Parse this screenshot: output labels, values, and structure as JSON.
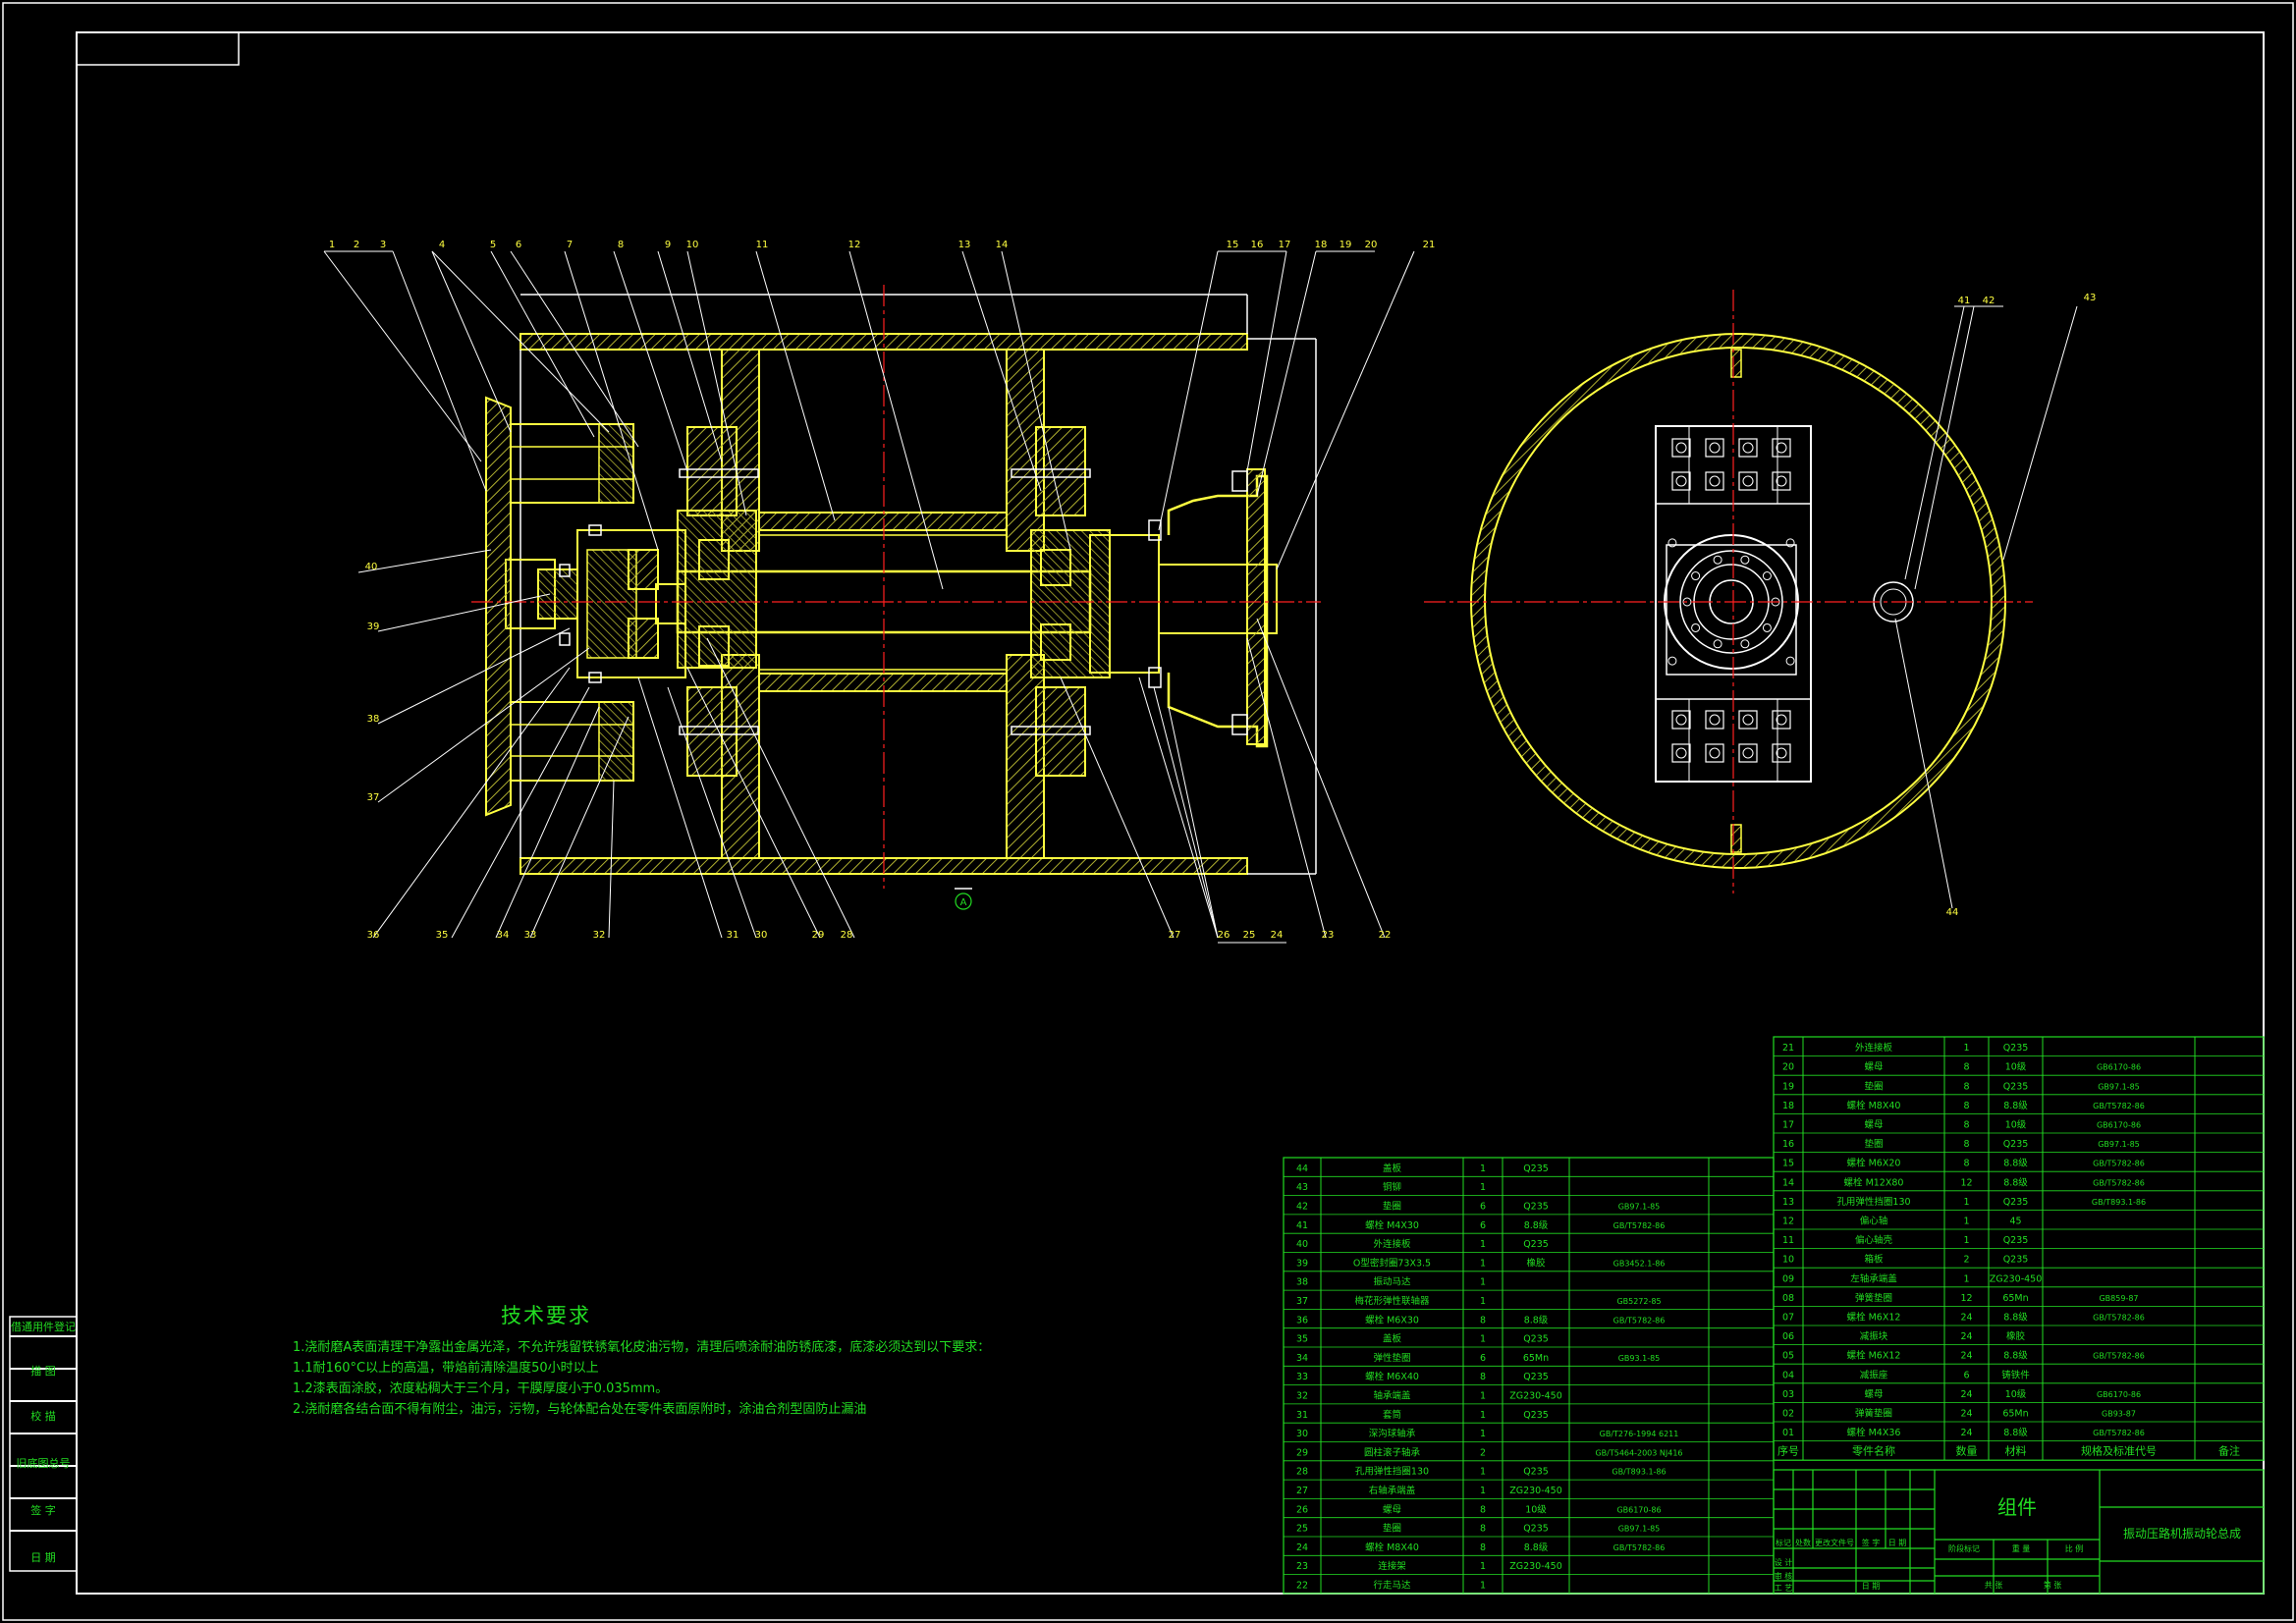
{
  "frame": {
    "side_labels": [
      "借通用件登记",
      "描 图",
      "校 描",
      "旧底图总号",
      "签 字",
      "日 期"
    ]
  },
  "tech_requirements": {
    "title": "技术要求",
    "lines": [
      "1.浇耐磨A表面清理干净露出金属光泽，不允许残留铁锈氧化皮油污物，清理后喷涂耐油防锈底漆，底漆必须达到以下要求：",
      "1.1耐160°C以上的高温，带焰前清除温度50小时以上",
      "1.2漆表面涂胶，浓度粘稠大于三个月，干膜厚度小于0.035mm。",
      "2.浇耐磨各结合面不得有附尘，油污，污物，与轮体配合处在零件表面原附时，涂油合剂型固防止漏油"
    ]
  },
  "callouts_top": [
    "1",
    "2",
    "3",
    "4",
    "5",
    "6",
    "7",
    "8",
    "9",
    "10",
    "11",
    "12",
    "13",
    "14",
    "15",
    "16",
    "17",
    "18",
    "19",
    "20",
    "21"
  ],
  "callouts_left": [
    "40",
    "39",
    "38",
    "37"
  ],
  "callouts_bottom": [
    "36",
    "35",
    "34",
    "33",
    "32",
    "31",
    "30",
    "29",
    "28",
    "27",
    "26",
    "25",
    "24",
    "23",
    "22"
  ],
  "callouts_right_view": [
    "41",
    "42",
    "43",
    "44"
  ],
  "section_marker": "A",
  "bom_right": {
    "rows": [
      [
        "21",
        "外连接板",
        "1",
        "Q235",
        "",
        ""
      ],
      [
        "20",
        "螺母",
        "8",
        "10级",
        "GB6170-86",
        ""
      ],
      [
        "19",
        "垫圈",
        "8",
        "Q235",
        "GB97.1-85",
        ""
      ],
      [
        "18",
        "螺栓 M8X40",
        "8",
        "8.8级",
        "GB/T5782-86",
        ""
      ],
      [
        "17",
        "螺母",
        "8",
        "10级",
        "GB6170-86",
        ""
      ],
      [
        "16",
        "垫圈",
        "8",
        "Q235",
        "GB97.1-85",
        ""
      ],
      [
        "15",
        "螺栓 M6X20",
        "8",
        "8.8级",
        "GB/T5782-86",
        ""
      ],
      [
        "14",
        "螺栓 M12X80",
        "12",
        "8.8级",
        "GB/T5782-86",
        ""
      ],
      [
        "13",
        "孔用弹性挡圈130",
        "1",
        "Q235",
        "GB/T893.1-86",
        ""
      ],
      [
        "12",
        "偏心轴",
        "1",
        "45",
        "",
        ""
      ],
      [
        "11",
        "偏心轴壳",
        "1",
        "Q235",
        "",
        ""
      ],
      [
        "10",
        "箱板",
        "2",
        "Q235",
        "",
        ""
      ],
      [
        "09",
        "左轴承端盖",
        "1",
        "ZG230-450",
        "",
        ""
      ],
      [
        "08",
        "弹簧垫圈",
        "12",
        "65Mn",
        "GB859-87",
        ""
      ],
      [
        "07",
        "螺栓 M6X12",
        "24",
        "8.8级",
        "GB/T5782-86",
        ""
      ],
      [
        "06",
        "减振块",
        "24",
        "橡胶",
        "",
        ""
      ],
      [
        "05",
        "螺栓 M6X12",
        "24",
        "8.8级",
        "GB/T5782-86",
        ""
      ],
      [
        "04",
        "减振座",
        "6",
        "铸铁件",
        "",
        ""
      ],
      [
        "03",
        "螺母",
        "24",
        "10级",
        "GB6170-86",
        ""
      ],
      [
        "02",
        "弹簧垫圈",
        "24",
        "65Mn",
        "GB93-87",
        ""
      ],
      [
        "01",
        "螺栓 M4X36",
        "24",
        "8.8级",
        "GB/T5782-86",
        ""
      ]
    ],
    "header": [
      "序号",
      "零件名称",
      "数量",
      "材料",
      "规格及标准代号",
      "备注"
    ]
  },
  "bom_left": {
    "rows": [
      [
        "44",
        "盖板",
        "1",
        "Q235",
        "",
        ""
      ],
      [
        "43",
        "铜铆",
        "1",
        "",
        "",
        ""
      ],
      [
        "42",
        "垫圈",
        "6",
        "Q235",
        "GB97.1-85",
        ""
      ],
      [
        "41",
        "螺栓 M4X30",
        "6",
        "8.8级",
        "GB/T5782-86",
        ""
      ],
      [
        "40",
        "外连接板",
        "1",
        "Q235",
        "",
        ""
      ],
      [
        "39",
        "O型密封圈73X3.5",
        "1",
        "橡胶",
        "GB3452.1-86",
        ""
      ],
      [
        "38",
        "振动马达",
        "1",
        "",
        "",
        ""
      ],
      [
        "37",
        "梅花形弹性联轴器",
        "1",
        "",
        "GB5272-85",
        ""
      ],
      [
        "36",
        "螺栓 M6X30",
        "8",
        "8.8级",
        "GB/T5782-86",
        ""
      ],
      [
        "35",
        "盖板",
        "1",
        "Q235",
        "",
        ""
      ],
      [
        "34",
        "弹性垫圈",
        "6",
        "65Mn",
        "GB93.1-85",
        ""
      ],
      [
        "33",
        "螺栓 M6X40",
        "8",
        "Q235",
        "",
        ""
      ],
      [
        "32",
        "轴承端盖",
        "1",
        "ZG230-450",
        "",
        ""
      ],
      [
        "31",
        "套筒",
        "1",
        "Q235",
        "",
        ""
      ],
      [
        "30",
        "深沟球轴承",
        "1",
        "",
        "GB/T276-1994 6211",
        ""
      ],
      [
        "29",
        "圆柱滚子轴承",
        "2",
        "",
        "GB/T5464-2003 NJ416",
        ""
      ],
      [
        "28",
        "孔用弹性挡圈130",
        "1",
        "Q235",
        "GB/T893.1-86",
        ""
      ],
      [
        "27",
        "右轴承端盖",
        "1",
        "ZG230-450",
        "",
        ""
      ],
      [
        "26",
        "螺母",
        "8",
        "10级",
        "GB6170-86",
        ""
      ],
      [
        "25",
        "垫圈",
        "8",
        "Q235",
        "GB97.1-85",
        ""
      ],
      [
        "24",
        "螺栓 M8X40",
        "8",
        "8.8级",
        "GB/T5782-86",
        ""
      ],
      [
        "23",
        "连接架",
        "1",
        "ZG230-450",
        "",
        ""
      ],
      [
        "22",
        "行走马达",
        "1",
        "",
        "",
        ""
      ]
    ]
  },
  "title_block": {
    "part_type": "组件",
    "drawing_name": "振动压路机振动轮总成",
    "small_labels": [
      "标记",
      "处数",
      "更改文件号",
      "签 字",
      "日 期",
      "设 计",
      "审 核",
      "工 艺",
      "日 期",
      "阶段标记",
      "重 量",
      "比 例",
      "共 张",
      "第 张"
    ]
  },
  "colors": {
    "frame": "#ffffff",
    "body": "#ffff40",
    "centerline": "#ff2020",
    "leader": "#ffffff",
    "text": "#22dd22",
    "table": "#22dd22",
    "hatch": "#b0b030"
  }
}
